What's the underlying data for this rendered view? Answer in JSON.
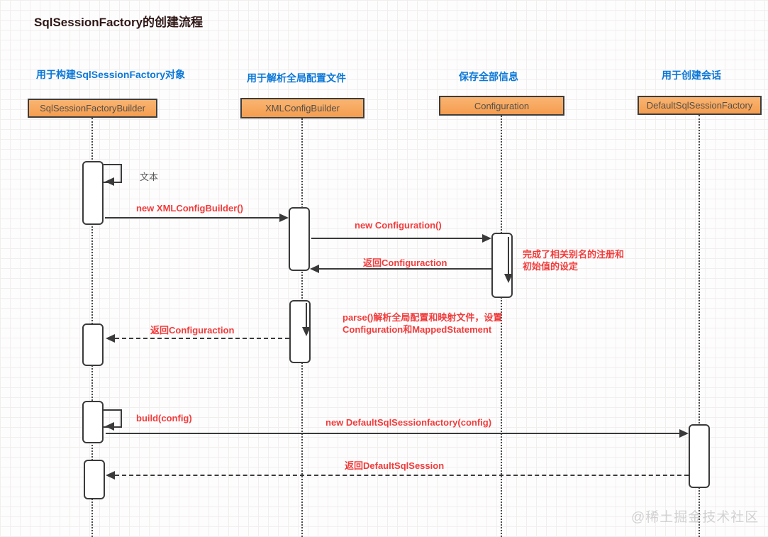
{
  "title": "SqlSessionFactory的创建流程",
  "watermark": "@稀土掘金技术社区",
  "colors": {
    "caption_blue": "#0a78d8",
    "message_red": "#f13c3c",
    "object_orange": "#f7a559",
    "line_dark": "#3a3a3a",
    "title_dark": "#2f1717"
  },
  "lifelines": [
    {
      "caption": "用于构建SqlSessionFactory对象",
      "name": "SqlSessionFactoryBuilder"
    },
    {
      "caption": "用于解析全局配置文件",
      "name": "XMLConfigBuilder"
    },
    {
      "caption": "保存全部信息",
      "name": "Configuration"
    },
    {
      "caption": "用于创建会话",
      "name": "DefaultSqlSessionFactory"
    }
  ],
  "messages": {
    "self_label": "文本",
    "new_xml_config_builder": "new XMLConfigBuilder()",
    "new_configuration": "new Configuration()",
    "return_configuration_1": "返回Configuraction",
    "note_line1": "完成了相关别名的注册和",
    "note_line2": "初始值的设定",
    "parse_line1": "parse()解析全局配置和映射文件，设置",
    "parse_line2": "Configuration和MappedStatement",
    "return_configuration_2": "返回Configuraction",
    "build_config": "build(config)",
    "new_default_factory": "new DefaultSqlSessionfactory(config)",
    "return_default_sql_session": "返回DefaultSqlSession"
  }
}
